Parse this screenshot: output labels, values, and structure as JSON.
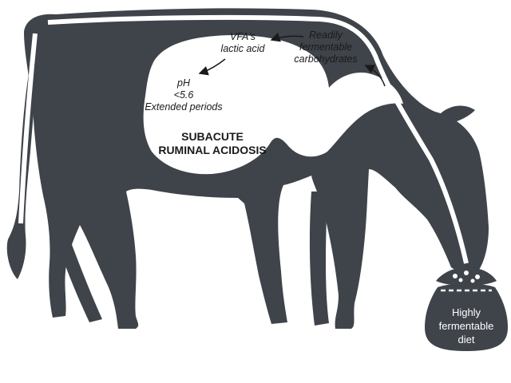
{
  "diagram": {
    "flow": {
      "source_line1": "Readily",
      "source_line2": "fermentable",
      "source_line3": "carbohydrates",
      "product_line1": "VFA's",
      "product_line2": "lactic acid",
      "ph_line1": "pH",
      "ph_line2": "<5.6",
      "ph_line3": "Extended periods"
    },
    "condition": {
      "line1": "SUBACUTE",
      "line2": "RUMINAL ACIDOSIS"
    },
    "feed_sack": {
      "line1": "Highly",
      "line2": "fermentable",
      "line3": "diet"
    },
    "colors": {
      "silhouette": "#3f434a",
      "rumen": "#ffffff",
      "text": "#1a1a1a"
    }
  }
}
